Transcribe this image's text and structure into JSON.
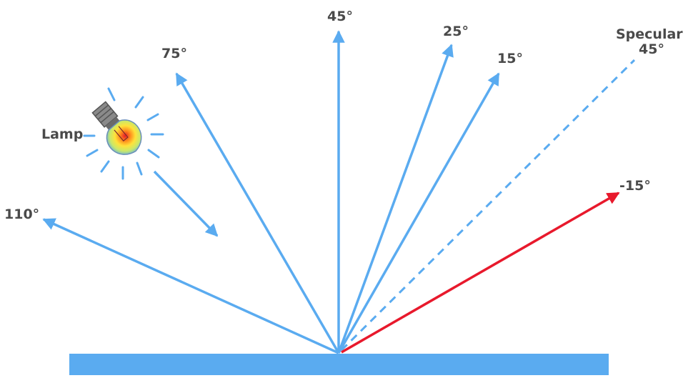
{
  "labels": {
    "lamp": "Lamp",
    "angle_110": "110°",
    "angle_75": "75°",
    "angle_45": "45°",
    "angle_25": "25°",
    "angle_15": "15°",
    "angle_minus15": "-15°",
    "specular_line1": "Specular",
    "specular_line2": "45°"
  },
  "colors": {
    "ray_blue": "#5aabf0",
    "ray_red": "#e8192c",
    "surface": "#5aabf0",
    "text": "#4a4a4a"
  },
  "icons": {
    "lamp": "light-bulb-icon"
  }
}
